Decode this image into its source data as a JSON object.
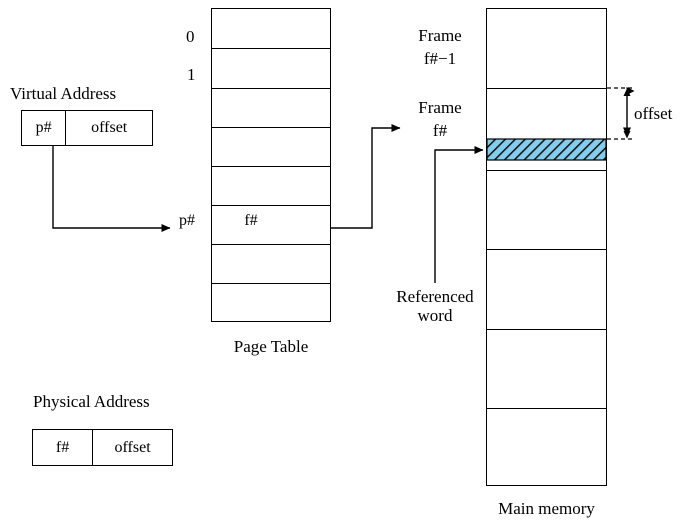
{
  "diagram": {
    "title_virtual_address": "Virtual Address",
    "title_physical_address": "Physical Address",
    "caption_page_table": "Page Table",
    "caption_main_memory": "Main memory"
  },
  "virtual_address": {
    "field_page_number": "p#",
    "field_offset": "offset"
  },
  "physical_address": {
    "field_frame_number": "f#",
    "field_offset": "offset"
  },
  "page_table": {
    "row_labels": [
      "0",
      "1",
      "",
      "",
      "",
      "p#",
      "",
      ""
    ],
    "row_values": [
      "",
      "",
      "",
      "",
      "",
      "f#",
      "",
      ""
    ],
    "entry_index_label": "p#",
    "entry_value_label": "f#"
  },
  "main_memory": {
    "frame_label_upper": "Frame",
    "frame_label_upper_sub": "f#−1",
    "frame_label_lower": "Frame",
    "frame_label_lower_sub": "f#",
    "offset_bracket_label": "offset",
    "referenced_word_label_line1": "Referenced",
    "referenced_word_label_line2": "word"
  },
  "colors": {
    "highlight_fill": "#85CDEE",
    "hatch_stroke": "#1a1a1a",
    "line": "#000000",
    "background": "#ffffff"
  }
}
